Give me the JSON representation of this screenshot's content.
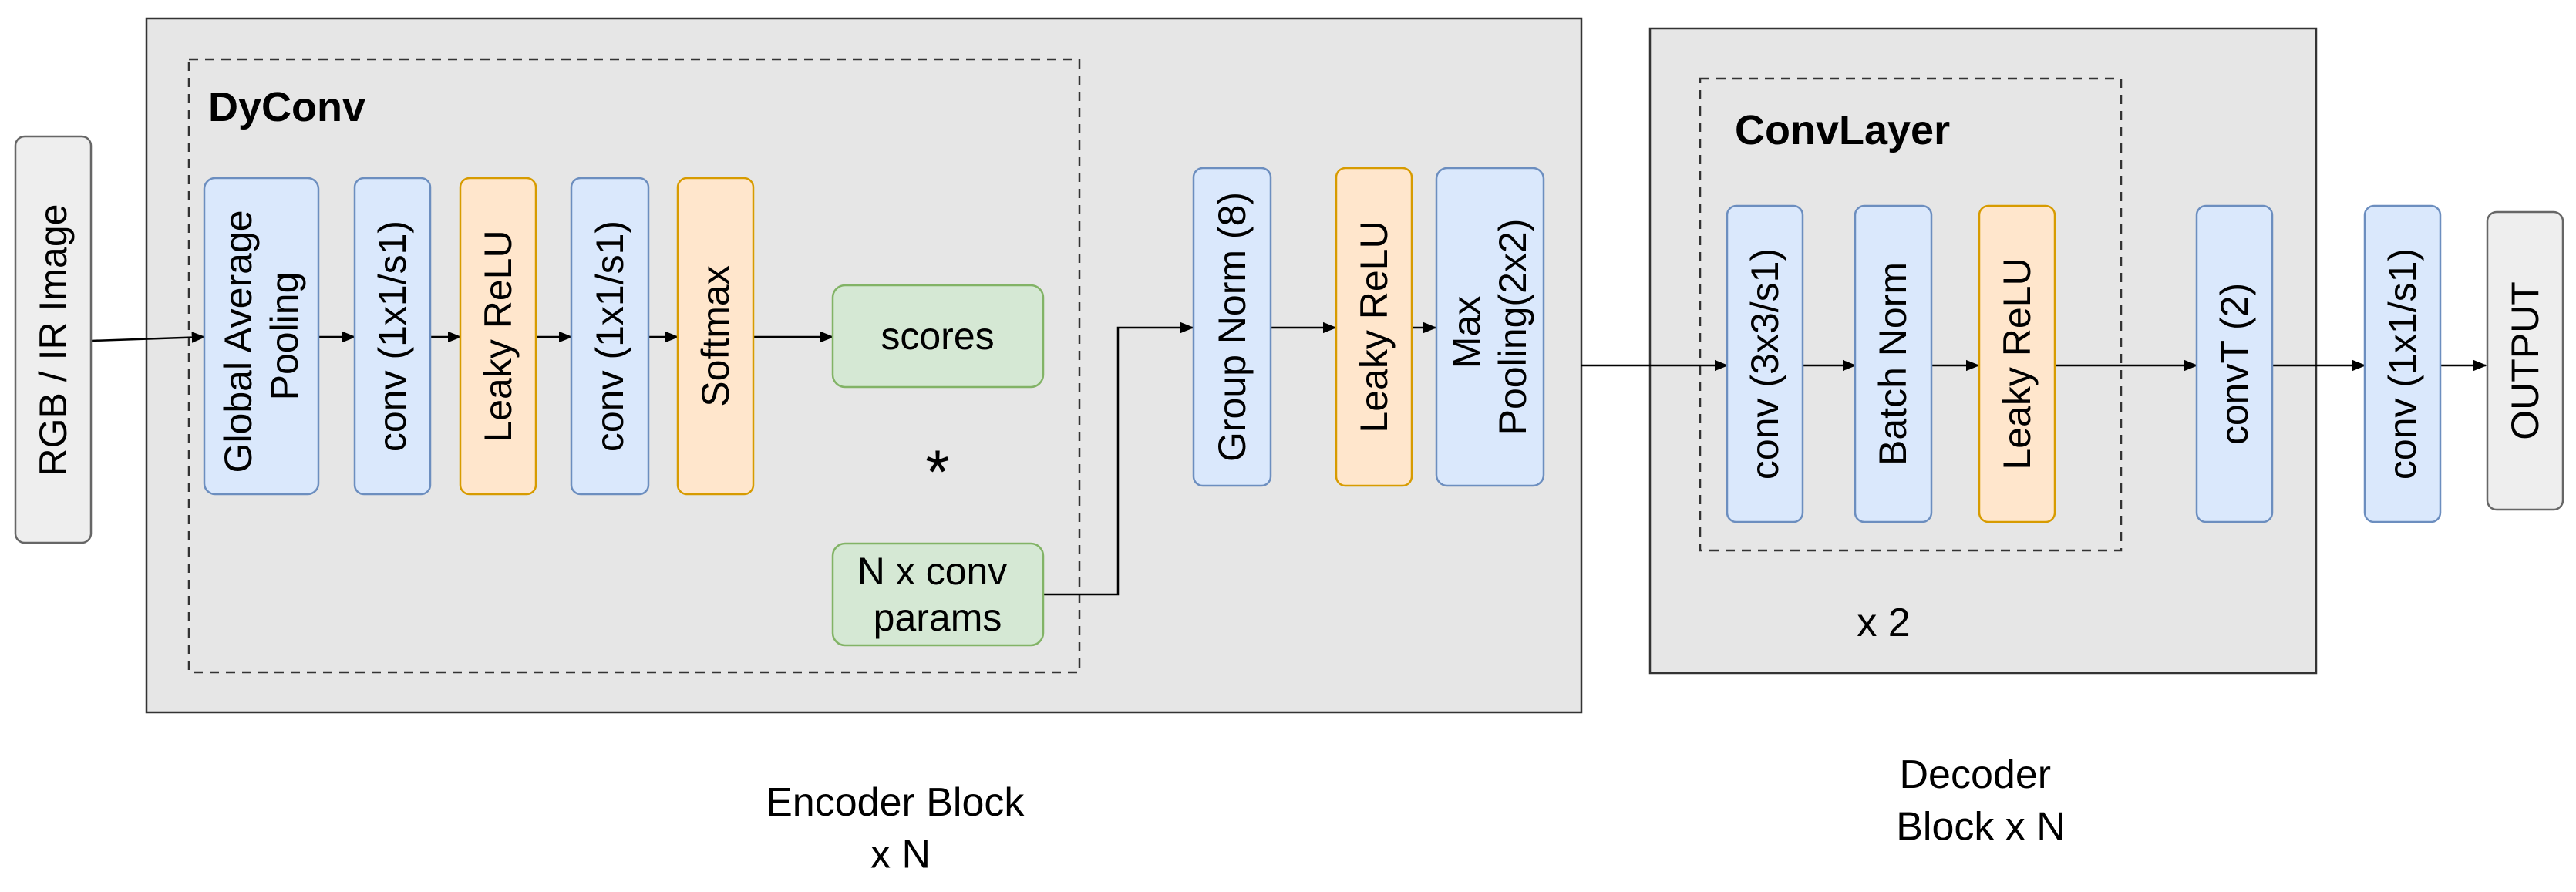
{
  "input_label": "RGB / IR Image",
  "output_label": "OUTPUT",
  "encoder": {
    "dyconv_title": "DyConv",
    "nodes": {
      "gap_line1": "Global Average",
      "gap_line2": "Pooling",
      "conv1": "conv (1x1/s1)",
      "leaky1": "Leaky ReLU",
      "conv2": "conv (1x1/s1)",
      "softmax": "Softmax",
      "scores": "scores",
      "multiply": "*",
      "params_line1": "N x conv",
      "params_line2": "params",
      "groupnorm": "Group Norm (8)",
      "leaky2": "Leaky ReLU",
      "maxpool_line1": "Max",
      "maxpool_line2": "Pooling(2x2)"
    },
    "caption_line1": "Encoder Block",
    "caption_line2": "x N"
  },
  "decoder": {
    "convlayer_title": "ConvLayer",
    "nodes": {
      "conv3": "conv (3x3/s1)",
      "batchnorm": "Batch Norm",
      "leaky3": "Leaky ReLU",
      "convT": "convT (2)"
    },
    "repeat": "x 2",
    "caption_line1": "Decoder",
    "caption_line2": "Block x N"
  },
  "final_conv": "conv (1x1/s1)",
  "colors": {
    "blue_fill": "#dae8fc",
    "blue_stroke": "#6c8ebf",
    "orange_fill": "#ffe6cc",
    "orange_stroke": "#d79b00",
    "green_fill": "#d5e8d4",
    "green_stroke": "#82b366",
    "gray_fill": "#eeeeee",
    "container_fill": "#e6e6e6"
  }
}
